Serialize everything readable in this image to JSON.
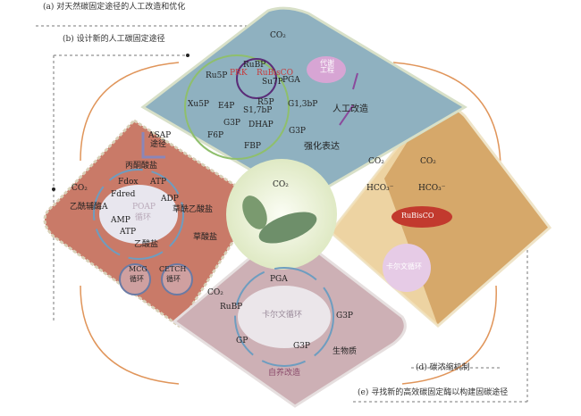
{
  "captions": {
    "a": "(a) 对天然碳固定途径的人工改造和优化",
    "b": "(b) 设计新的人工碳固定途径",
    "d": "(d) 碳浓缩机制",
    "e": "(e) 寻找新的高效碳固定酶以构建固碳途径"
  },
  "top": {
    "co2": "CO₂",
    "rubp": "RuBP",
    "prk": "PRK",
    "rubisco": "RuBisCO",
    "ru5p": "Ru5P",
    "su7p": "Su7P",
    "pga": "PGA",
    "xu5p": "Xu5P",
    "e4p": "E4P",
    "r5p": "R5P",
    "s17bp": "S1,7bP",
    "g13bp": "G1,3bP",
    "g3p_a": "G3P",
    "dhap": "DHAP",
    "g3p_b": "G3P",
    "f6p": "F6P",
    "fbp": "FBP",
    "blob": "代谢工程",
    "step1": "人工改造",
    "step2": "强化表达"
  },
  "left": {
    "asap": "ASAP",
    "asap2": "途径",
    "pyruvate": "丙酮酸盐",
    "fdox": "Fdox",
    "atp1": "ATP",
    "co2": "CO₂",
    "fdred": "Fdred",
    "adp": "ADP",
    "acetylcoa": "乙酰辅酶A",
    "poap": "POAP",
    "poap2": "循环",
    "oxaloacetate": "草酰乙酸盐",
    "amp": "AMP",
    "atp2": "ATP",
    "oxalate": "草酸盐",
    "acetate": "乙酸盐",
    "mcg": "MCG",
    "mcg2": "循环",
    "cetch": "CETCH",
    "cetch2": "循环"
  },
  "center": {
    "co2": "CO₂"
  },
  "right": {
    "co2a": "CO₂",
    "co2b": "CO₂",
    "hco3a": "HCO₃⁻",
    "hco3b": "HCO₃⁻",
    "rubisco": "RuBisCO",
    "calvin": "卡尔文循环"
  },
  "bottom": {
    "co2": "CO₂",
    "pga": "PGA",
    "rubp": "RuBP",
    "calvin": "卡尔文循环",
    "g3p1": "G3P",
    "gp": "GP",
    "g3p2": "G3P",
    "biomass": "生物质",
    "auto": "自养改造"
  }
}
